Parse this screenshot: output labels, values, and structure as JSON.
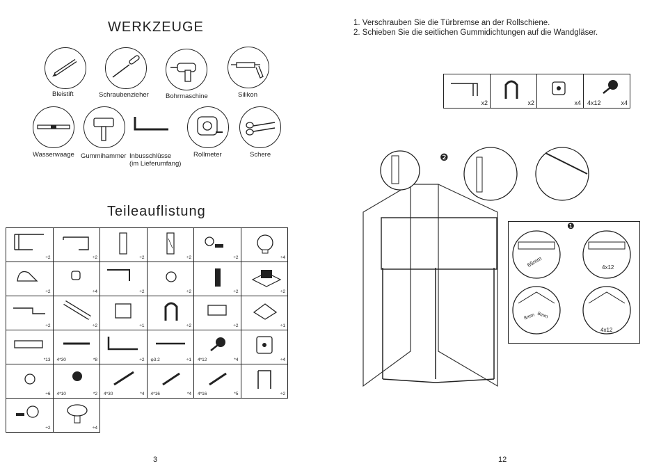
{
  "left_page": {
    "tools_title": "WERKZEUGE",
    "tools": [
      {
        "label": "Bleistift",
        "icon": "pencil-icon"
      },
      {
        "label": "Schraubenzieher",
        "icon": "screwdriver-icon"
      },
      {
        "label": "Bohrmaschine",
        "icon": "drill-icon"
      },
      {
        "label": "Silikon",
        "icon": "silicone-gun-icon"
      },
      {
        "label": "Wasserwaage",
        "icon": "spirit-level-icon"
      },
      {
        "label": "Gummihammer",
        "icon": "rubber-mallet-icon"
      },
      {
        "label": "Inbusschlüsse",
        "label2": "(im Lieferumfang)",
        "icon": "allen-key-icon"
      },
      {
        "label": "Rollmeter",
        "icon": "tape-measure-icon"
      },
      {
        "label": "Schere",
        "icon": "scissors-icon"
      }
    ],
    "parts_title": "Teileauflistung",
    "parts_rows": [
      [
        {
          "qty": "÷2"
        },
        {
          "qty": "÷2"
        },
        {
          "qty": "÷2"
        },
        {
          "qty": "÷2"
        },
        {
          "qty": "÷2"
        },
        {
          "qty": "÷4"
        }
      ],
      [
        {
          "qty": "÷2"
        },
        {
          "qty": "÷4"
        },
        {
          "qty": "÷2"
        },
        {
          "qty": "÷2"
        },
        {
          "qty": "÷2"
        },
        {
          "qty": "÷2"
        }
      ],
      [
        {
          "qty": "÷2"
        },
        {
          "qty": "÷2"
        },
        {
          "qty": "÷1"
        },
        {
          "qty": "÷2"
        },
        {
          "qty": "÷2"
        },
        {
          "qty": "÷1"
        }
      ],
      [
        {
          "qty": "*13"
        },
        {
          "size": "4*30",
          "qty": "*8"
        },
        {
          "qty": "÷2"
        },
        {
          "size": "φ3.2",
          "qty": "÷1"
        },
        {
          "size": "4*12",
          "qty": "*4"
        },
        {
          "qty": "÷4"
        }
      ],
      [
        {
          "qty": "÷6"
        },
        {
          "size": "4*10",
          "qty": "*2"
        },
        {
          "size": "4*30",
          "qty": "*4"
        },
        {
          "size": "4*16",
          "qty": "*4"
        },
        {
          "size": "4*16",
          "qty": "*5"
        },
        {
          "qty": "÷2"
        }
      ],
      [
        {
          "qty": "÷2"
        },
        {
          "qty": "÷4"
        }
      ]
    ],
    "page_number": "3"
  },
  "right_page": {
    "instructions": [
      "1. Verschrauben Sie die Türbremse an der Rollschiene.",
      "2. Schieben Sie die seitlichen Gummidichtungen auf die Wandgläser."
    ],
    "kit": [
      {
        "label": "x2"
      },
      {
        "label": "x2"
      },
      {
        "label": "x4"
      },
      {
        "size": "4x12",
        "label": "x4"
      }
    ],
    "step_marker_2": "❷",
    "step_marker_1": "❶",
    "detail_dim_1": "65mm",
    "detail_screw_1": "4x12",
    "detail_dim_2": "8mm",
    "detail_dim_3": "8mm",
    "detail_screw_2": "4x12",
    "page_number": "12"
  }
}
